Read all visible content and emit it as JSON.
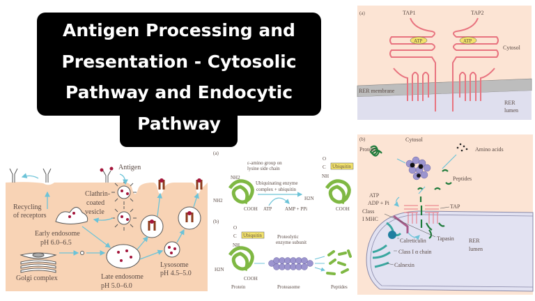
{
  "title": {
    "lines": [
      "Antigen Processing and",
      "Presentation - Cytosolic",
      "Pathway and Endocytic",
      "Pathway"
    ]
  },
  "endocytic_diagram": {
    "labels": {
      "antigen": "Antigen",
      "clathrin_1": "Clathrin-",
      "clathrin_2": "coated",
      "clathrin_3": "vesicle",
      "recycling_1": "Recycling",
      "recycling_2": "of receptors",
      "early_endosome": "Early endosome",
      "early_ph": "pH 6.0–6.5",
      "golgi": "Golgi complex",
      "late_endosome": "Late endosome",
      "late_ph": "pH 5.0–6.0",
      "lysosome": "Lysosome",
      "lysosome_ph": "pH 4.5–5.0"
    },
    "colors": {
      "cell": "#f8d3b5",
      "arrow": "#6cc3d8",
      "antigen": "#a3153a"
    }
  },
  "ubiquitin_diagram": {
    "panel_a": {
      "label": "(a)",
      "epsilon_1": "ε-amino group on",
      "epsilon_2": "lysine side chain",
      "nh2_top": "NH2",
      "nh2_left": "NH2",
      "enzyme_1": "Ubiquinating enzyme",
      "enzyme_2": "complex + ubiquitin",
      "cooh_left": "COOH",
      "atp": "ATP",
      "amp": "AMP + PPi",
      "h2n": "H2N",
      "cooh_right": "COOH",
      "o": "O",
      "c": "C",
      "nh": "NH",
      "ubiquitin": "Ubiquitin"
    },
    "panel_b": {
      "label": "(b)",
      "o": "O",
      "c": "C",
      "nh": "NH",
      "ubiquitin": "Ubiquitin",
      "proteolytic_1": "Proteolytic",
      "proteolytic_2": "enzyme subunit",
      "h2n": "H2N",
      "cooh": "COOH",
      "protein": "Protein",
      "proteasome": "Proteasome",
      "peptides": "Peptides"
    },
    "colors": {
      "protein": "#8cc152",
      "ubiquitin_box": "#f3e36b",
      "proteasome": "#9c95cf"
    }
  },
  "tap_diagram": {
    "label": "(a)",
    "tap1": "TAP1",
    "tap2": "TAP2",
    "atp_1": "ATP",
    "atp_2": "ATP",
    "cytosol": "Cytosol",
    "membrane": "RER membrane",
    "rer": "RER",
    "lumen": "lumen",
    "colors": {
      "cytosol": "#fce4d4",
      "membrane": "#bdbdbd",
      "lumen": "#dfdfee",
      "tap": "#e8737f"
    }
  },
  "mhc_diagram": {
    "label": "(b)",
    "cytosol": "Cytosol",
    "protein": "Protein",
    "amino_acids": "Amino acids",
    "peptides": "Peptides",
    "atp": "ATP",
    "adp": "ADP + Pi",
    "tap": "TAP",
    "class_1": "Class",
    "class_2": "I MHC",
    "calreticulin": "Calreticulin",
    "tapasin": "Tapasin",
    "rer": "RER",
    "lumen": "lumen",
    "alpha_chain": "Class I α chain",
    "calnexin": "Calnexin",
    "colors": {
      "cytosol": "#fce4d4",
      "rer": "#e2e2f2",
      "peptide": "#1e7a3a",
      "mhc": "#3aa7a0"
    }
  }
}
